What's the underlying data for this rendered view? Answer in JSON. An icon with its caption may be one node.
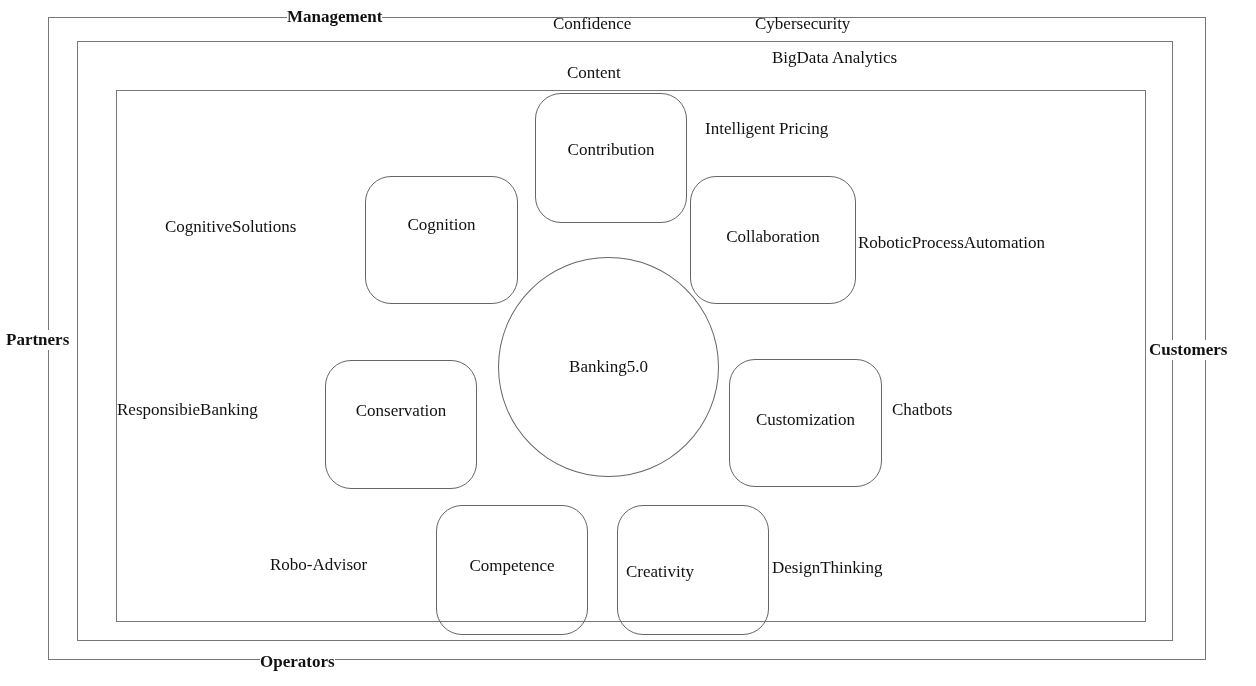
{
  "diagram": {
    "nodes": [
      {
        "text": [],
        "shape": "box"
      },
      {
        "text": [],
        "shape": "box",
        "in": 0
      },
      {
        "text": [],
        "shape": "box",
        "in": 1
      },
      {
        "text": [
          "Contribution"
        ],
        "in": 2
      },
      {
        "text": [
          "Cognition"
        ],
        "in": 2
      },
      {
        "text": [
          "Collaboration"
        ],
        "in": 2
      },
      {
        "text": [
          "Banking5.0"
        ],
        "in": 2
      },
      {
        "text": [
          "Conservation"
        ],
        "in": 2
      },
      {
        "text": [
          "Customization"
        ],
        "in": 2
      },
      {
        "text": [
          "Competence"
        ],
        "in": 2
      },
      {
        "text": [
          "Creativity"
        ],
        "in": 2
      }
    ],
    "labels": [
      "Management",
      "Confidence",
      "Cybersecurity",
      "BigData Analytics",
      "Content",
      "Intelligent Pricing",
      "CognitiveSolutions",
      "RoboticProcessAutomation",
      "Partners",
      "Customers",
      "ResponsibieBanking",
      "Chatbots",
      "Robo-Advisor",
      "DesignThinking",
      "Operators"
    ]
  }
}
